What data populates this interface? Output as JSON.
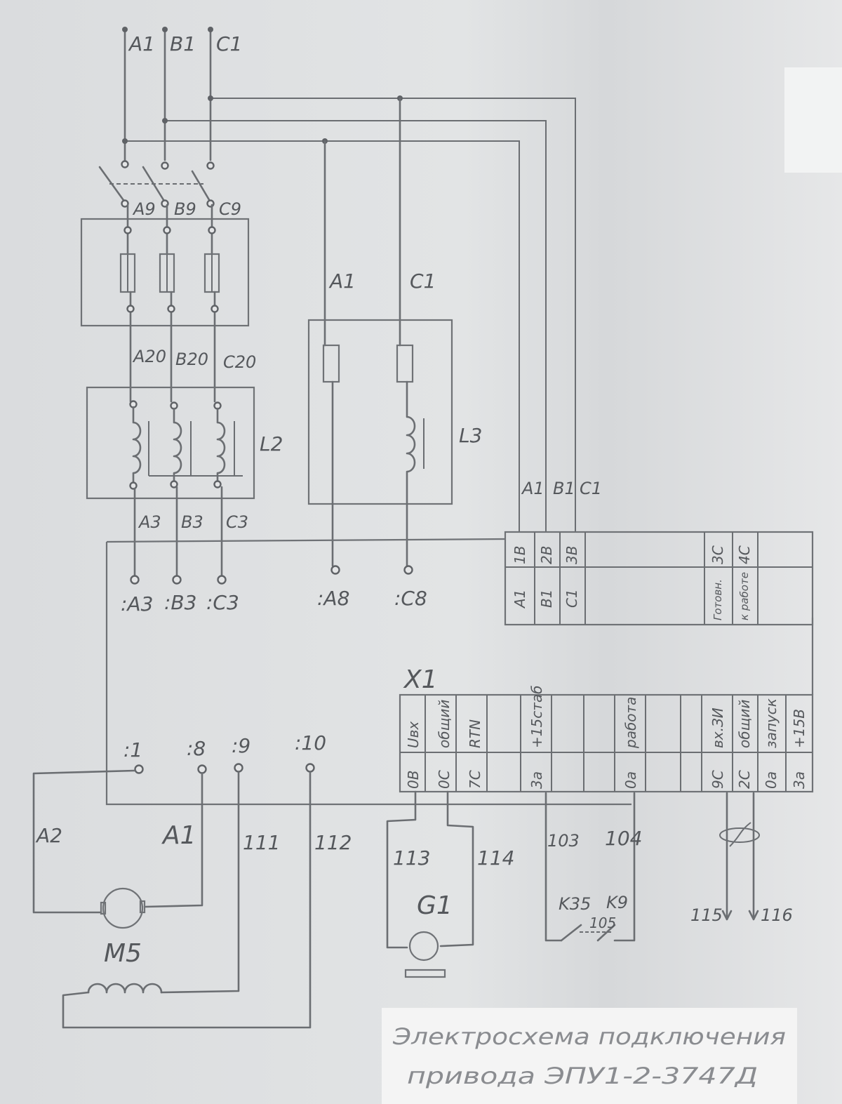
{
  "supply": {
    "a": "A1",
    "b": "B1",
    "c": "C1"
  },
  "breaker_out": {
    "a": "A9",
    "b": "B9",
    "c": "C9"
  },
  "fuse_out": {
    "a": "A20",
    "b": "B20",
    "c": "C20"
  },
  "reactor_l2": {
    "name": "L2"
  },
  "reactor_out": {
    "a": "A3",
    "b": "B3",
    "c": "C3"
  },
  "l3_in": {
    "a": "A1",
    "c": "C1"
  },
  "reactor_l3": {
    "name": "L3"
  },
  "cab_terminals": {
    "a3": ":A3",
    "b3": ":B3",
    "c3": ":C3",
    "a8": ":A8",
    "c8": ":C8"
  },
  "block_in": {
    "a": "A1",
    "b": "B1",
    "c": "C1"
  },
  "block1": {
    "top": [
      "1B",
      "2B",
      "3B",
      "",
      "",
      "",
      "3C",
      "4C"
    ],
    "bottom": [
      "A1",
      "B1",
      "C1",
      "",
      "",
      "",
      "Готовн.",
      "к работе"
    ]
  },
  "x1": {
    "name": "X1",
    "top": [
      "Uвх",
      "общий",
      "RTN",
      "+15стаб",
      "",
      "работа",
      "",
      "",
      "вх.ЗИ",
      "общий",
      "запуск",
      "+15В"
    ],
    "bottom": [
      "0В",
      "0С",
      "7С",
      "3а",
      "",
      "0а",
      "",
      "",
      "9С",
      "2С",
      "0а",
      "3а"
    ]
  },
  "field_terminals": {
    "t1": ":1",
    "t8": ":8",
    "t9": ":9",
    "t10": ":10"
  },
  "wires": {
    "a2": "A2",
    "a1": "A1",
    "w111": "111",
    "w112": "112",
    "w113": "113",
    "w114": "114",
    "w103": "103",
    "w104": "104",
    "w105": "105",
    "w115": "115",
    "w116": "116"
  },
  "devices": {
    "motor": "M5",
    "tacho": "G1",
    "k35": "K35",
    "k9": "K9"
  },
  "caption": {
    "line1": "Электросхема подключения",
    "line2": "привода ЭПУ1-2-3747Д"
  }
}
